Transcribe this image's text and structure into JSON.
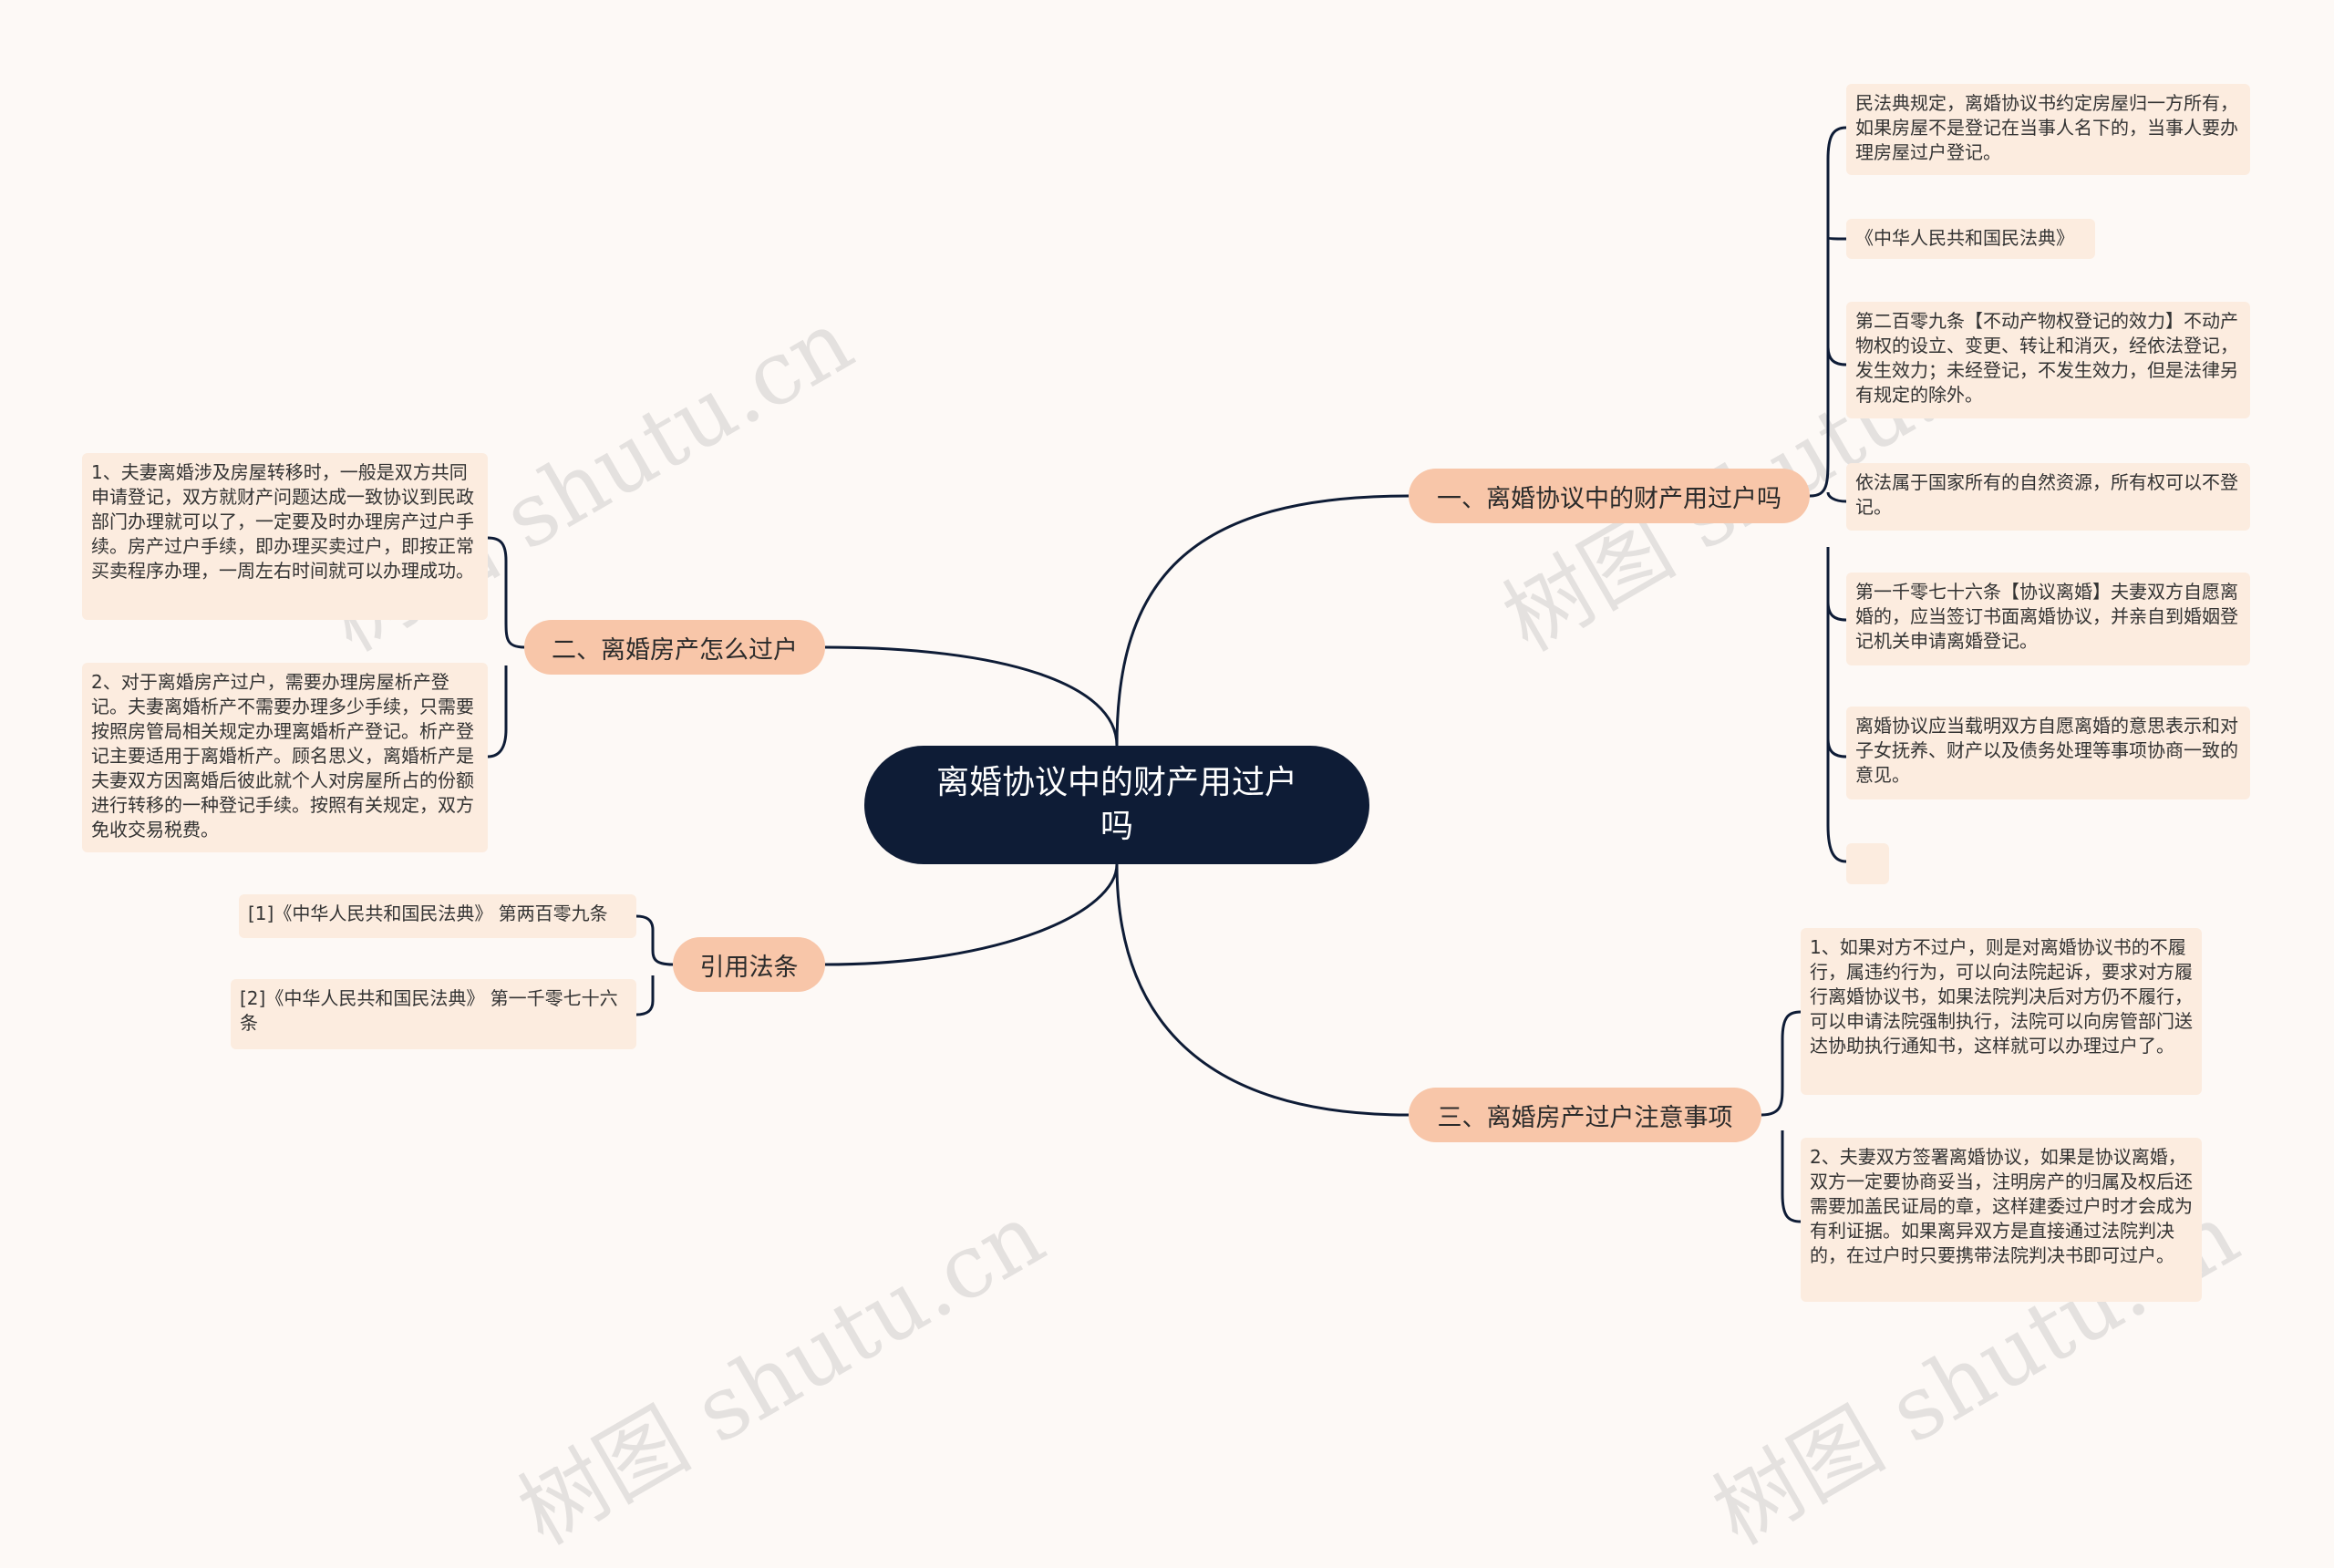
{
  "root": {
    "title": "离婚协议中的财产用过户吗"
  },
  "branches": {
    "b1": {
      "label": "一、离婚协议中的财产用过户吗"
    },
    "b2": {
      "label": "二、离婚房产怎么过户"
    },
    "b3": {
      "label": "引用法条"
    },
    "b4": {
      "label": "三、离婚房产过户注意事项"
    }
  },
  "leaves": {
    "b1": [
      "民法典规定，离婚协议书约定房屋归一方所有，如果房屋不是登记在当事人名下的，当事人要办理房屋过户登记。",
      "《中华人民共和国民法典》",
      "第二百零九条【不动产物权登记的效力】不动产物权的设立、变更、转让和消灭，经依法登记，发生效力；未经登记，不发生效力，但是法律另有规定的除外。",
      "依法属于国家所有的自然资源，所有权可以不登记。",
      "第一千零七十六条【协议离婚】夫妻双方自愿离婚的，应当签订书面离婚协议，并亲自到婚姻登记机关申请离婚登记。",
      "离婚协议应当载明双方自愿离婚的意思表示和对子女抚养、财产以及债务处理等事项协商一致的意见。",
      ""
    ],
    "b2": [
      "1、夫妻离婚涉及房屋转移时，一般是双方共同申请登记，双方就财产问题达成一致协议到民政部门办理就可以了，一定要及时办理房产过户手续。房产过户手续，即办理买卖过户，即按正常买卖程序办理，一周左右时间就可以办理成功。",
      "2、对于离婚房产过户，需要办理房屋析产登记。夫妻离婚析产不需要办理多少手续，只需要按照房管局相关规定办理离婚析产登记。析产登记主要适用于离婚析产。顾名思义，离婚析产是夫妻双方因离婚后彼此就个人对房屋所占的份额进行转移的一种登记手续。按照有关规定，双方免收交易税费。"
    ],
    "b3": [
      "[1]《中华人民共和国民法典》 第两百零九条",
      "[2]《中华人民共和国民法典》 第一千零七十六条"
    ],
    "b4": [
      "1、如果对方不过户，则是对离婚协议书的不履行，属违约行为，可以向法院起诉，要求对方履行离婚协议书，如果法院判决后对方仍不履行，可以申请法院强制执行，法院可以向房管部门送达协助执行通知书，这样就可以办理过户了。",
      "2、夫妻双方签署离婚协议，如果是协议离婚，双方一定要协商妥当，注明房产的归属及权后还需要加盖民证局的章，这样建委过户时才会成为有利证据。如果离异双方是直接通过法院判决的，在过户时只要携带法院判决书即可过户。"
    ]
  },
  "watermark": "树图 shutu.cn",
  "colors": {
    "root_bg": "#0e1c36",
    "branch_bg": "#f8c6a9",
    "leaf_bg": "#fcecdf",
    "line": "#0e1c36",
    "background": "#fdf9f6"
  }
}
